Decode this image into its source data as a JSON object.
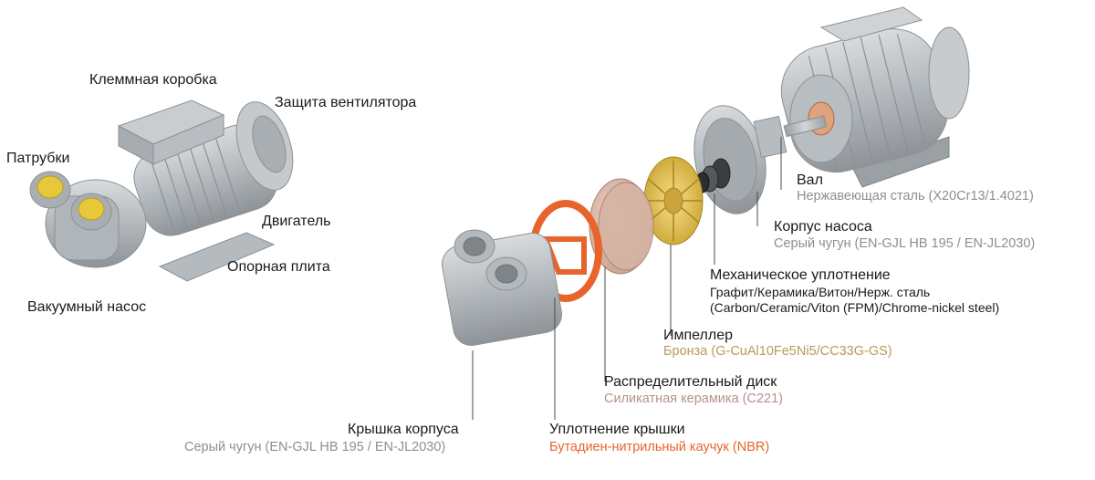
{
  "assembled_labels": {
    "terminal_box": "Клеммная коробка",
    "fan_guard": "Защита вентилятора",
    "nozzles": "Патрубки",
    "motor": "Двигатель",
    "base_plate": "Опорная плита",
    "vacuum_pump": "Вакуумный насос"
  },
  "parts": {
    "shaft": {
      "name": "Вал",
      "material": "Нержавеющая сталь (X20Cr13/1.4021)"
    },
    "pump_casing": {
      "name": "Корпус насоса",
      "material": "Серый чугун (EN-GJL HB 195 / EN-JL2030)"
    },
    "mechanical_seal": {
      "name": "Механическое уплотнение",
      "material_ru": "Графит/Керамика/Витон/Нерж. сталь",
      "material_en": "(Carbon/Ceramic/Viton (FPM)/Chrome-nickel steel)"
    },
    "impeller": {
      "name": "Импеллер",
      "material": "Бронза (G-CuAl10Fe5Ni5/CC33G-GS)"
    },
    "distribution_disc": {
      "name": "Распределительный диск",
      "material": "Силикатная керамика (C221)"
    },
    "cover_seal": {
      "name": "Уплотнение крышки",
      "material": "Бутадиен-нитрильный каучук (NBR)"
    },
    "casing_cover": {
      "name": "Крышка корпуса",
      "material": "Серый чугун (EN-GJL HB 195 / EN-JL2030)"
    }
  },
  "colors": {
    "grey_text": "#8a8f94",
    "bronze_text": "#b89a5a",
    "nbr_text": "#e8642c",
    "ceramic_text": "#b6928a",
    "metal": "#b9bec2",
    "impeller": "#e8c24a",
    "seal": "#e8642c",
    "disc": "#d9b8a8",
    "nozzle_cap": "#e6c93a"
  }
}
